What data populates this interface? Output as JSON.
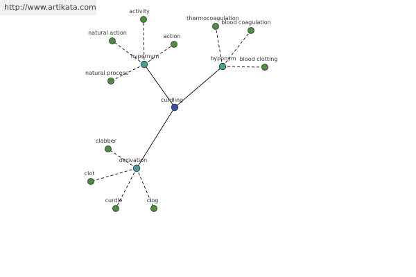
{
  "watermark": "http://www.artikata.com",
  "colors": {
    "center_node": "#3a4ea6",
    "relation_node": "#4e9a9a",
    "leaf_node": "#4e8a40"
  },
  "graph": {
    "center": {
      "label": "curdling"
    },
    "relations": [
      {
        "key": "hypernym",
        "label": "hypernym",
        "leaves": [
          "activity",
          "natural action",
          "action",
          "natural process"
        ]
      },
      {
        "key": "hyponym",
        "label": "hyponym",
        "leaves": [
          "thermocoagulation",
          "blood coagulation",
          "blood clotting"
        ]
      },
      {
        "key": "derivation",
        "label": "derivation",
        "leaves": [
          "clabber",
          "clot",
          "curdle",
          "clog"
        ]
      }
    ]
  }
}
